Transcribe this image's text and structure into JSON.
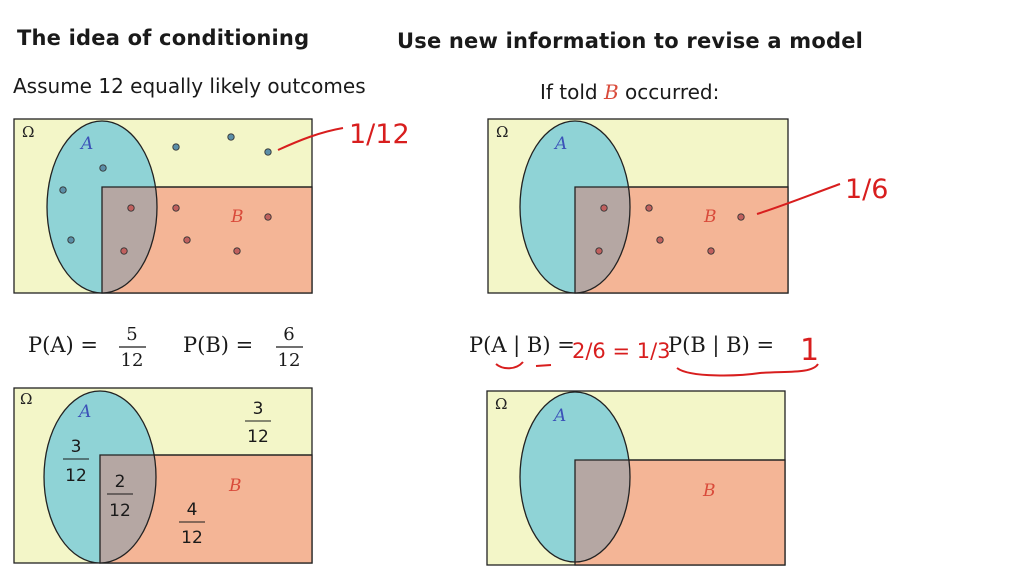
{
  "headings": {
    "left": "The idea of conditioning",
    "right": "Use new information to revise a model"
  },
  "subheadings": {
    "left": "Assume 12 equally likely outcomes",
    "right_prefix": "If told ",
    "right_event": "B",
    "right_suffix": " occurred:"
  },
  "labels": {
    "omega": "Ω",
    "event_a": "A",
    "event_b": "B"
  },
  "panel_tr_fraction": {
    "num": "3",
    "den": "12"
  },
  "panel_tl_fractions": {
    "a_only": {
      "num": "3",
      "den": "12"
    },
    "a_and_b": {
      "num": "2",
      "den": "12"
    },
    "b_only": {
      "num": "4",
      "den": "12"
    }
  },
  "formulas": {
    "p_a": {
      "lhs": "P(A) =",
      "num": "5",
      "den": "12"
    },
    "p_b": {
      "lhs": "P(B) =",
      "num": "6",
      "den": "12"
    },
    "p_a_given_b": {
      "lhs": "P(A | B) ="
    },
    "p_b_given_b": {
      "lhs": "P(B | B) ="
    }
  },
  "handwriting": {
    "outcome_prob": "1/12",
    "conditional_outcome_prob": "1/6",
    "p_a_given_b_value": "2/6 = 1/3",
    "p_b_given_b_value": "1"
  },
  "colors": {
    "omega_fill": "#f3f6c8",
    "a_fill": "#8fd3d6",
    "b_fill": "#f4b596",
    "overlap_fill": "#b5a7a3",
    "event_a_text": "#3b52b8",
    "event_b_text": "#d94a3a",
    "ink_red": "#d81e1e",
    "outline": "#222222"
  }
}
